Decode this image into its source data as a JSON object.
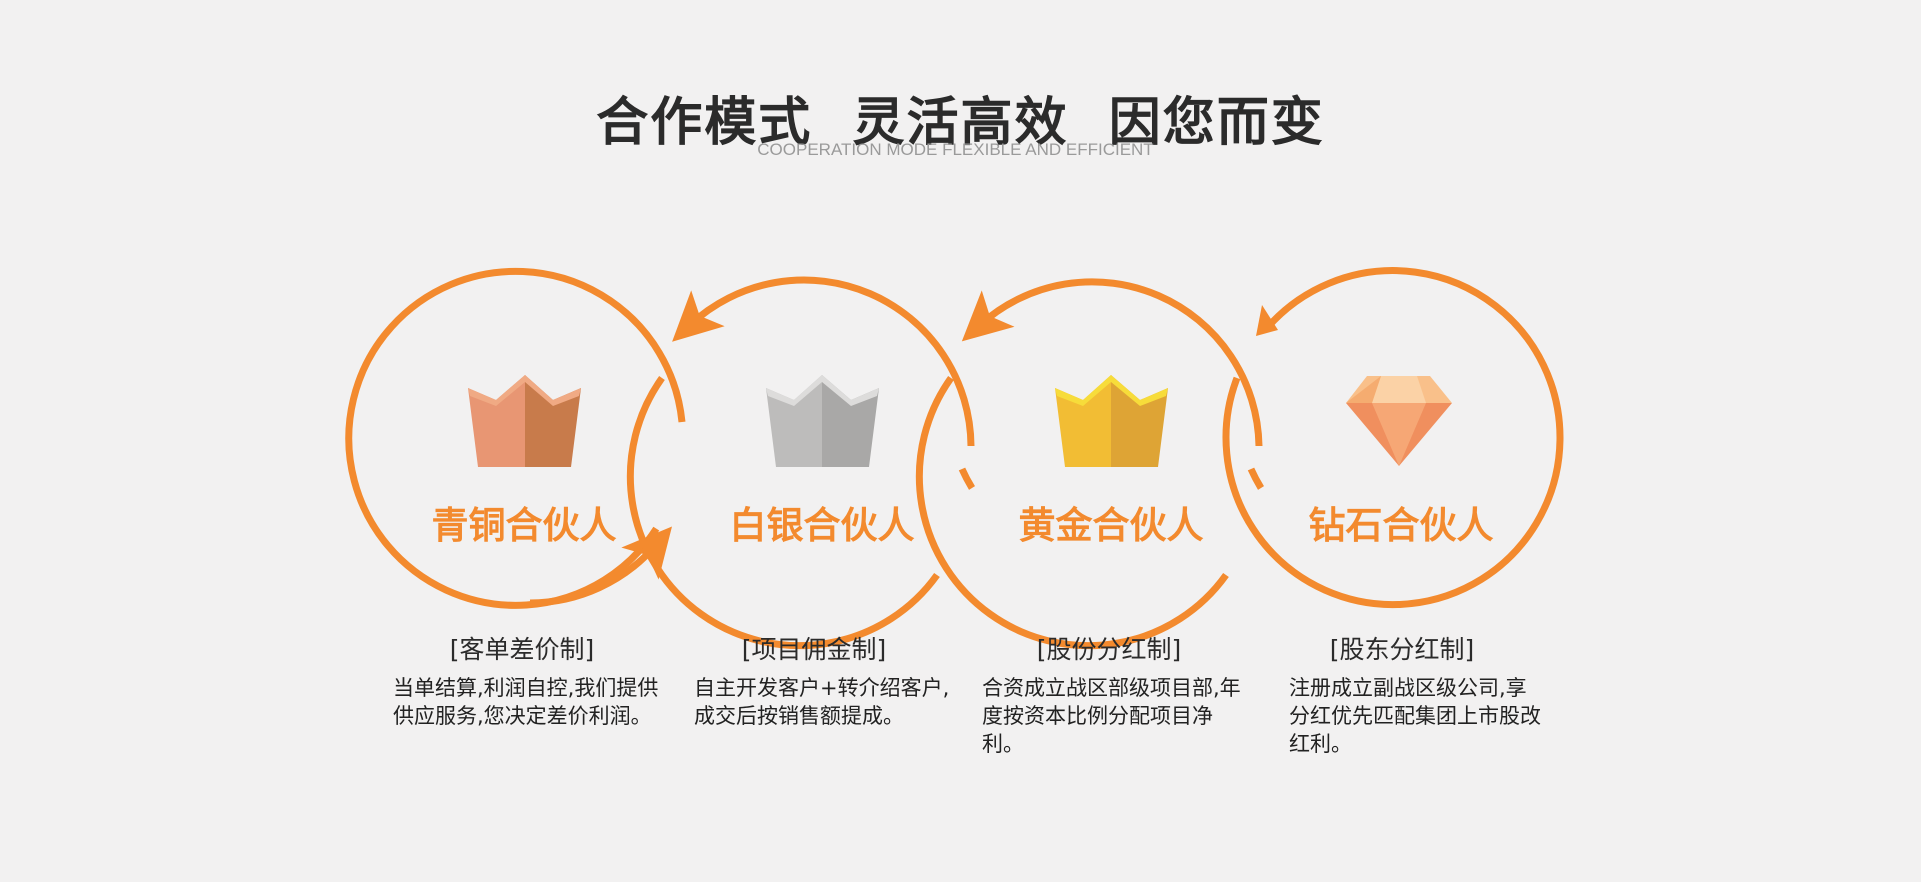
{
  "header": {
    "title": "合作模式  灵活高效  因您而变",
    "subtitle": "COOPERATION MODE FLEXIBLE AND EFFICIENT"
  },
  "colors": {
    "accent": "#f38a2e",
    "text": "#2b2b2b",
    "background": "#f2f1f1"
  },
  "tiers": [
    {
      "name": "青铜合伙人",
      "icon": "bronze-crown-icon",
      "model": "[客单差价制]",
      "description": "当单结算,利润自控,我们提供供应服务,您决定差价利润。"
    },
    {
      "name": "白银合伙人",
      "icon": "silver-crown-icon",
      "model": "[项目佣金制]",
      "description": "自主开发客户+转介绍客户,成交后按销售额提成。"
    },
    {
      "name": "黄金合伙人",
      "icon": "gold-crown-icon",
      "model": "[股份分红制]",
      "description": "合资成立战区部级项目部,年度按资本比例分配项目净利。"
    },
    {
      "name": "钻石合伙人",
      "icon": "diamond-icon",
      "model": "[股东分红制]",
      "description": "注册成立副战区级公司,享分红优先匹配集团上市股改红利。"
    }
  ]
}
